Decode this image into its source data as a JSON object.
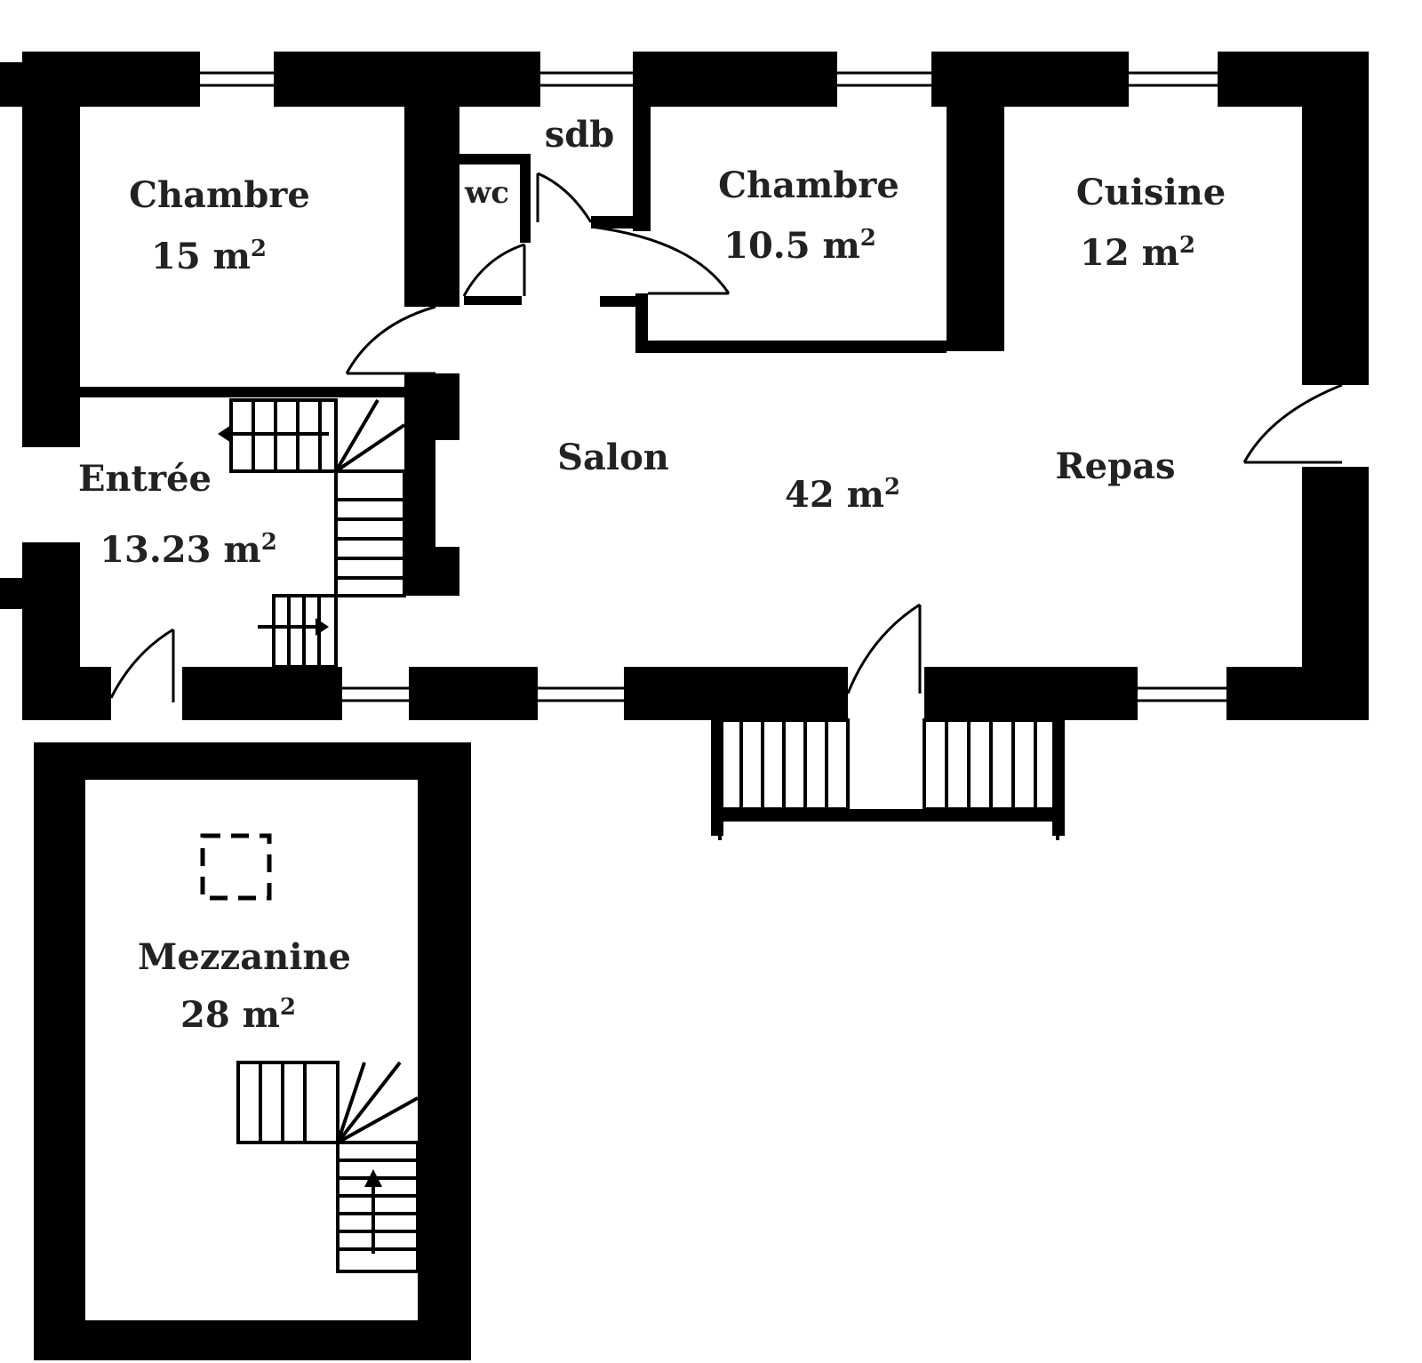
{
  "plan": {
    "colors": {
      "wall": "#000000",
      "floor": "#ffffff",
      "text": "#222222"
    },
    "area_unit": "m",
    "area_unit_exponent": "2",
    "rooms": [
      {
        "id": "chambre-1",
        "name": "Chambre",
        "area": "15"
      },
      {
        "id": "sdb",
        "name": "sdb",
        "area": ""
      },
      {
        "id": "wc",
        "name": "wc",
        "area": ""
      },
      {
        "id": "chambre-2",
        "name": "Chambre",
        "area": "10.5"
      },
      {
        "id": "cuisine",
        "name": "Cuisine",
        "area": "12"
      },
      {
        "id": "entree",
        "name": "Entrée",
        "area": "13.23"
      },
      {
        "id": "salon",
        "name": "Salon",
        "area": ""
      },
      {
        "id": "repas",
        "name": "Repas",
        "area": ""
      },
      {
        "id": "sejour",
        "name": "",
        "area": "42"
      },
      {
        "id": "mezzanine",
        "name": "Mezzanine",
        "area": "28"
      }
    ]
  }
}
